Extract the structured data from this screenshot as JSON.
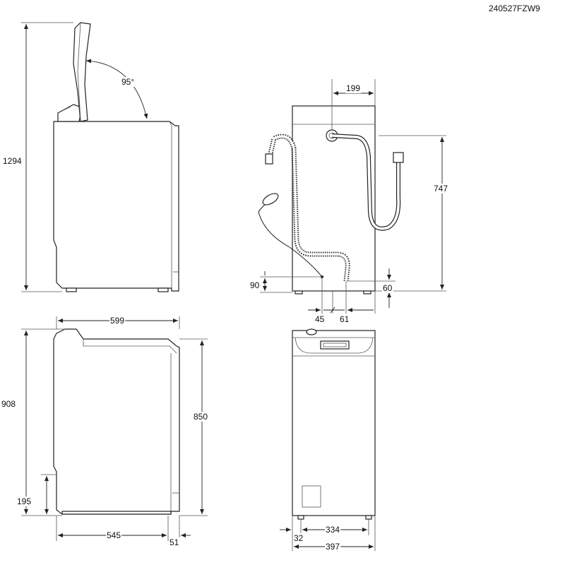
{
  "drawing_code": "240527FZW9",
  "views": {
    "side_lid_open": {
      "height_open": "1294",
      "lid_angle": "95°"
    },
    "rear": {
      "outlet_offset": "199",
      "hose_height": "747",
      "cable_height": "90",
      "hose_clearance": "60",
      "pipe_left": "45",
      "pipe_right": "61"
    },
    "side": {
      "depth": "599",
      "total_height": "908",
      "body_height": "850",
      "base_height": "195",
      "base_depth": "545",
      "back_offset": "51"
    },
    "front": {
      "foot_spacing": "334",
      "foot_offset": "32",
      "width": "397"
    }
  }
}
